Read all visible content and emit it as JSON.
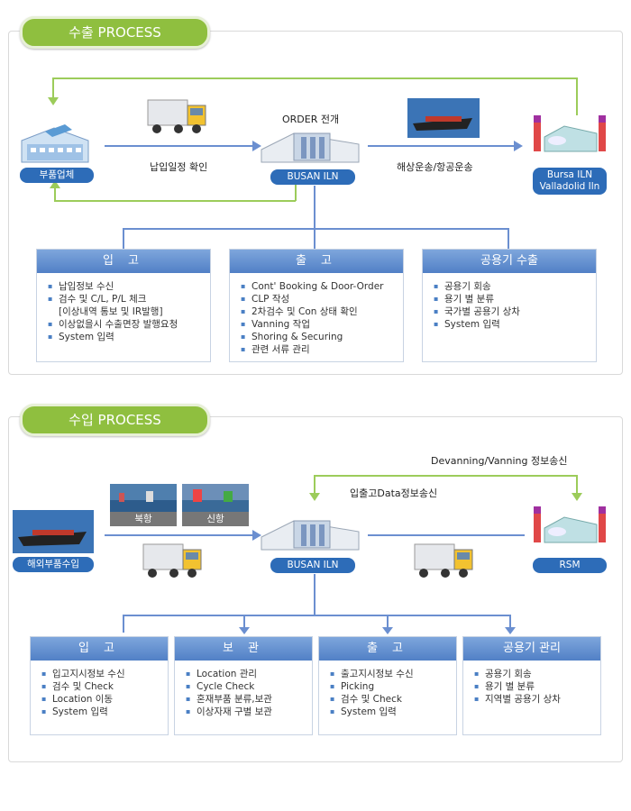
{
  "export": {
    "title": "수출 PROCESS",
    "supplier_label": "부품업체",
    "schedule_label": "납입일정 확인",
    "order_label": "ORDER 전개",
    "hub_label": "BUSAN ILN",
    "shipping_label": "해상운송/항공운송",
    "dest_label_1": "Bursa ILN",
    "dest_label_2": "Valladolid Iln",
    "cards": [
      {
        "title": "입 고",
        "items": [
          "납입정보 수신",
          "검수 및 C/L, P/L 체크",
          "[이상내역 통보 및 IR발행]",
          "이상없을시 수출면장 발행요청",
          "System 입력"
        ]
      },
      {
        "title": "출 고",
        "items": [
          "Cont' Booking & Door-Order",
          "CLP 작성",
          "2차검수 및 Con 상태 확인",
          "Vanning 작업",
          "Shoring & Securing",
          "관련 서류 관리"
        ]
      },
      {
        "title": "공용기 수출",
        "items": [
          "공용기 회송",
          "용기 별 분류",
          "국가별 공용기 상차",
          "System 입력"
        ]
      }
    ]
  },
  "import": {
    "title": "수입 PROCESS",
    "devanning_label": "Devanning/Vanning 정보송신",
    "io_label": "입출고Data정보송신",
    "source_label": "해외부품수입",
    "port1_label": "북항",
    "port2_label": "신항",
    "hub_label": "BUSAN ILN",
    "dest_label": "RSM",
    "cards": [
      {
        "title": "입 고",
        "items": [
          "입고지시정보 수신",
          "검수 및 Check",
          "Location 이동",
          "System 입력"
        ]
      },
      {
        "title": "보 관",
        "items": [
          "Location 관리",
          "Cycle Check",
          "혼재부품 분류,보관",
          "이상자재 구별 보관"
        ]
      },
      {
        "title": "출 고",
        "items": [
          "출고지시정보 수신",
          "Picking",
          "검수 및 Check",
          "System 입력"
        ]
      },
      {
        "title": "공용기 관리",
        "items": [
          "공용기 회송",
          "용기 별 분류",
          "지역별 공용기 상차"
        ]
      }
    ]
  },
  "colors": {
    "tab_green": "#8fbf3f",
    "label_blue": "#2d6cb8",
    "arrow_blue": "#6b8fd0",
    "arrow_green": "#9ccc5a"
  }
}
